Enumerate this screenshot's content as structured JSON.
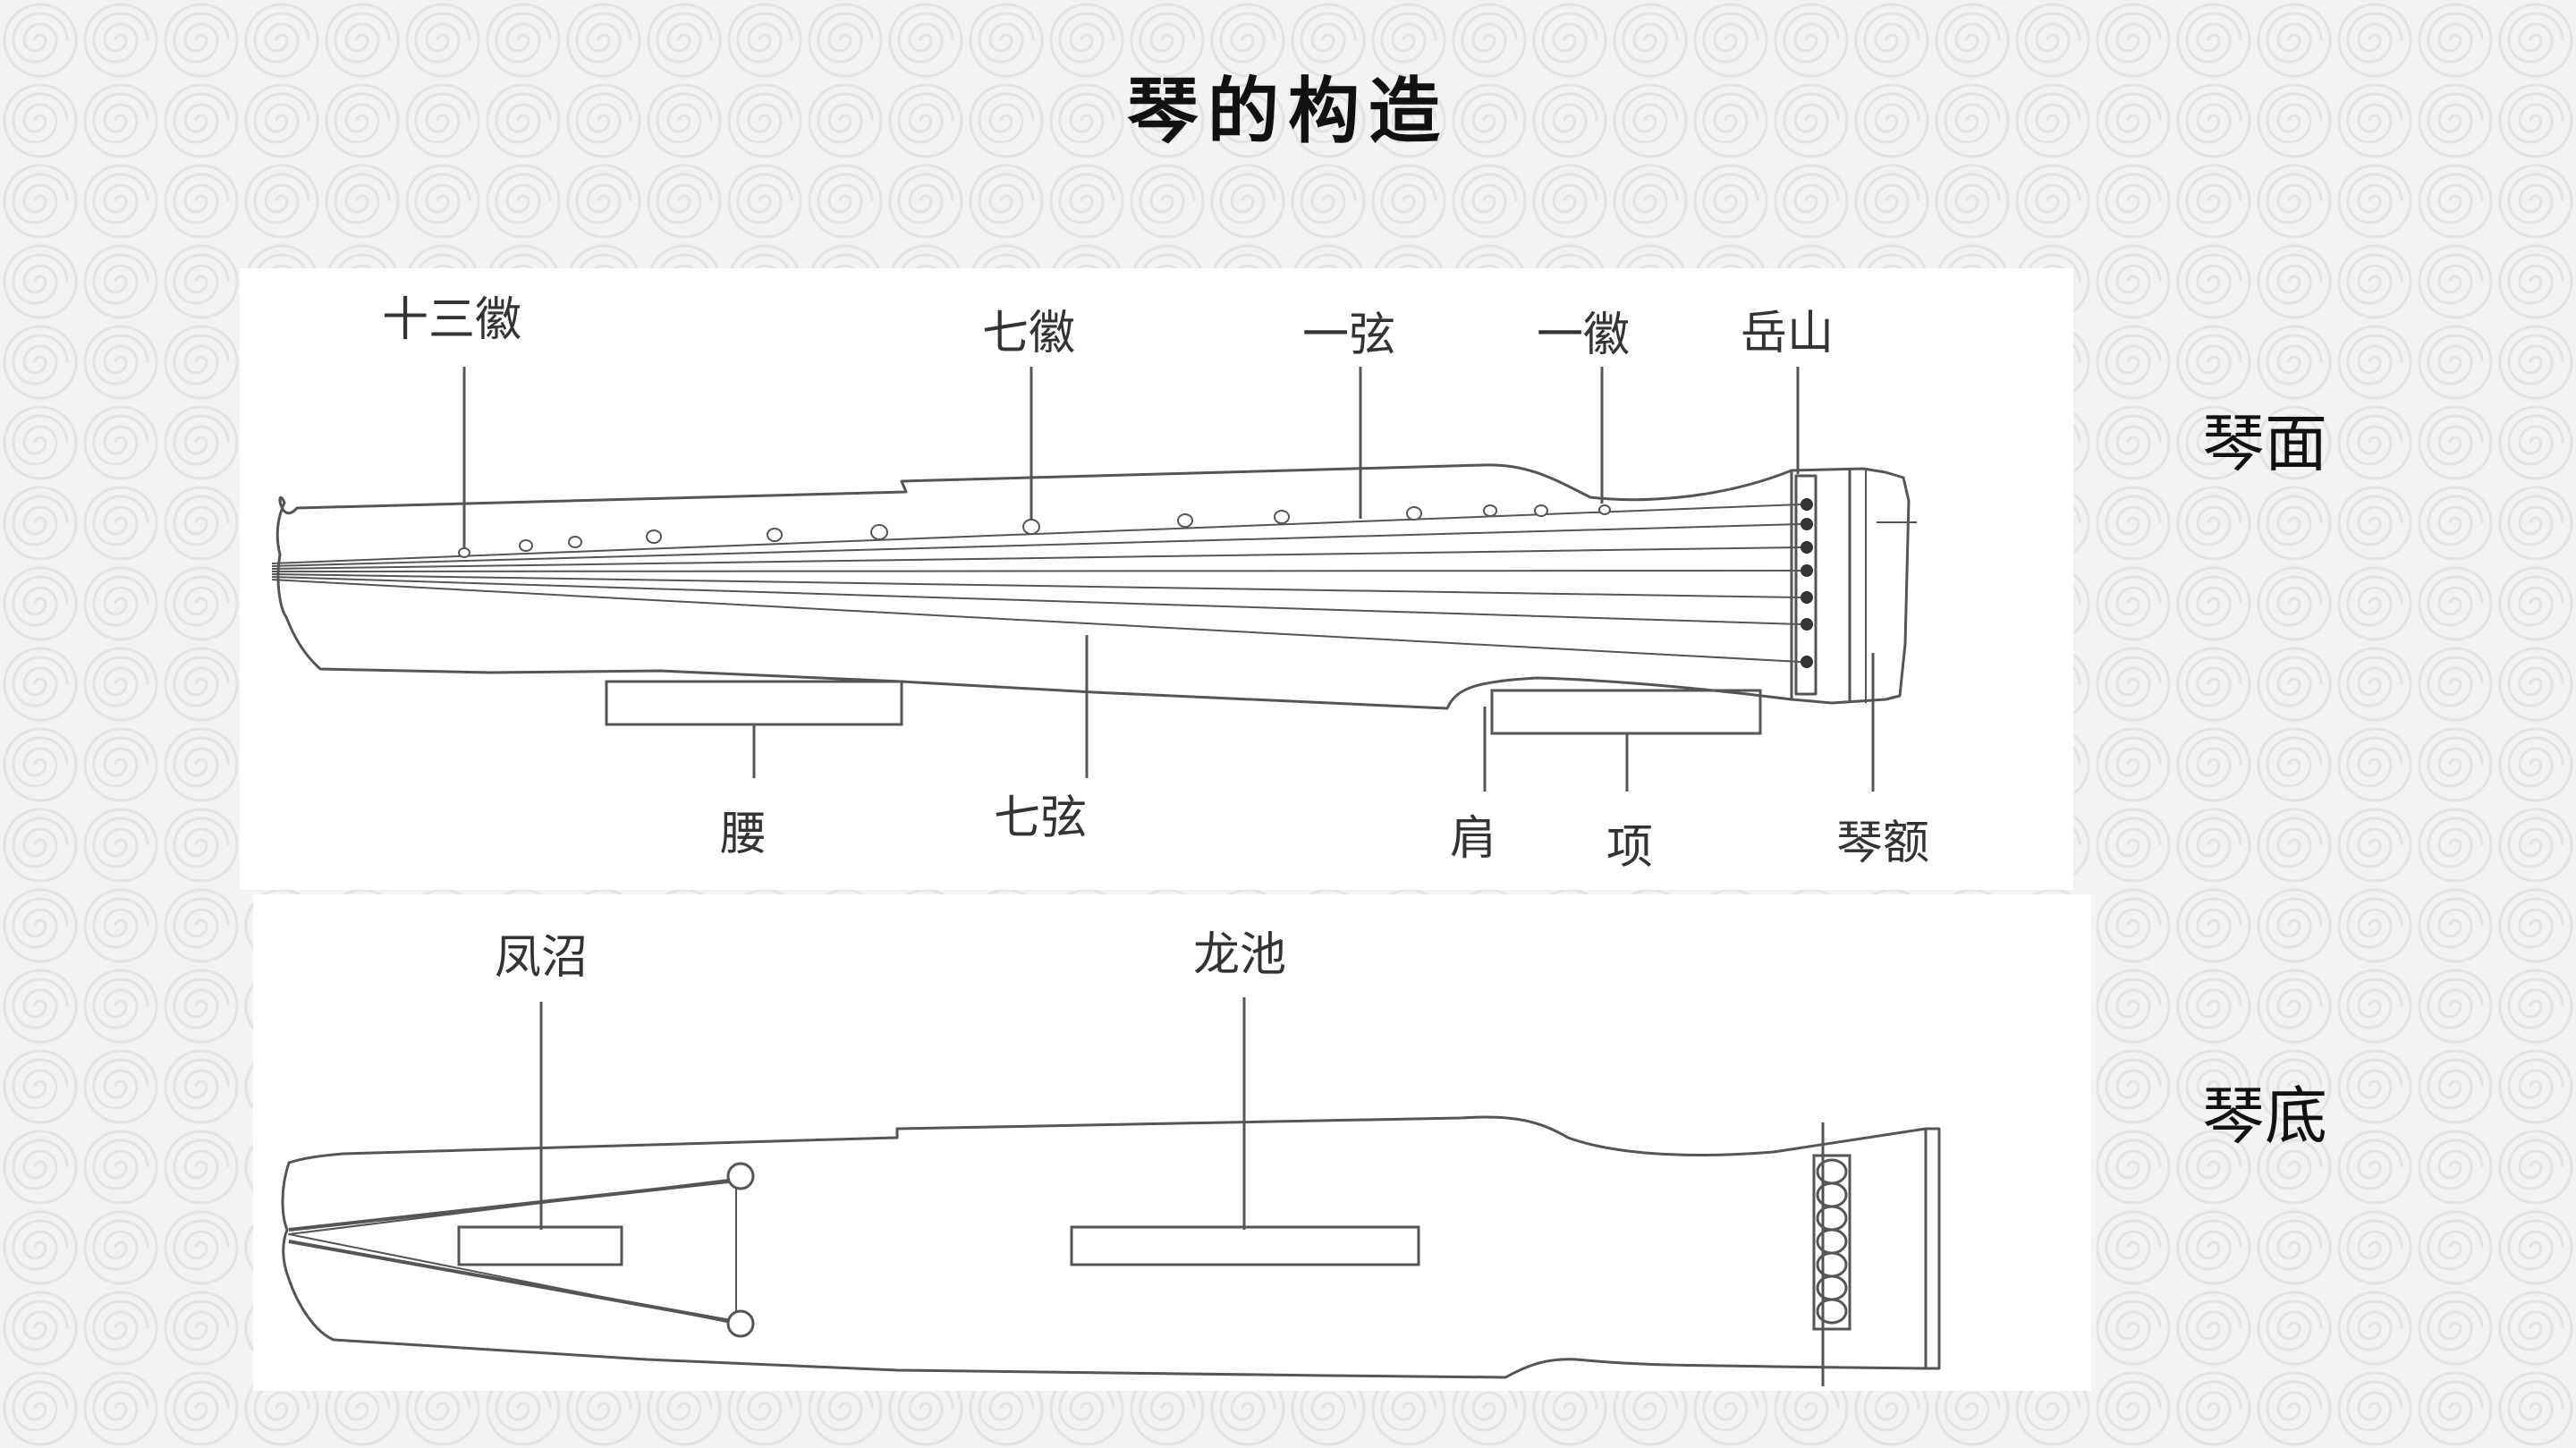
{
  "title": "琴的构造",
  "sides": {
    "top": "琴面",
    "bottom": "琴底"
  },
  "top_labels": {
    "hui13": "十三徽",
    "hui7": "七徽",
    "string1": "一弦",
    "hui1": "一徽",
    "yueshan": "岳山",
    "yao": "腰",
    "string7": "七弦",
    "jian": "肩",
    "xiang": "项",
    "qine": "琴额"
  },
  "bottom_labels": {
    "fengzhao": "凤沼",
    "longchi": "龙池"
  },
  "colors": {
    "background": "#f3f3f2",
    "pattern": "#e6e6e4",
    "line": "#555555",
    "text": "#111111"
  }
}
